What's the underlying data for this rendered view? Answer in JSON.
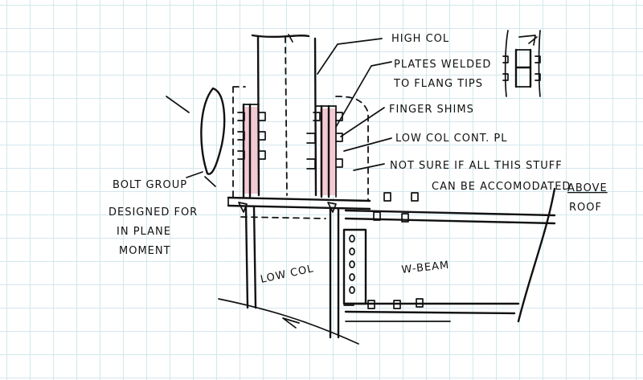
{
  "colors": {
    "ink": "#111111",
    "grid": "#d3e7ec",
    "highlight": "#f3c9d4",
    "paper": "#ffffff"
  },
  "labels": {
    "high_col": "HIGH COL",
    "plates_welded_1": "PLATES WELDED",
    "plates_welded_2": "TO FLANG TIPS",
    "finger_shims": "FINGER SHIMS",
    "low_col_cont": "LOW COL CONT. PL",
    "not_sure_1": "NOT SURE IF ALL THIS STUFF",
    "not_sure_2": "CAN BE ACCOMODATED",
    "above": "ABOVE",
    "roof": "ROOF",
    "bolt_group_1": "BOLT GROUP",
    "bolt_group_2": "DESIGNED FOR",
    "bolt_group_3": "IN PLANE",
    "bolt_group_4": "MOMENT",
    "low_col": "LOW COL",
    "w_beam": "W-BEAM"
  }
}
